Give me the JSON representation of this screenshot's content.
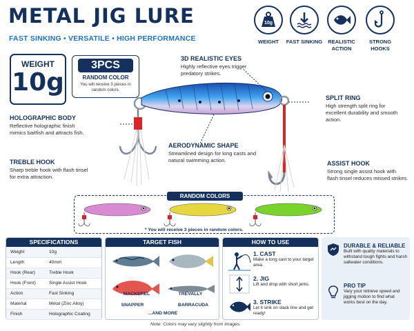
{
  "header": {
    "title": "METAL JIG LURE",
    "subtitle": "FAST SINKING • VERSATILE • HIGH PERFORMANCE"
  },
  "features": [
    {
      "label": "WEIGHT",
      "icon": "weight-icon",
      "icon_text": "10g"
    },
    {
      "label": "FAST SINKING",
      "icon": "sinking-arrow-icon"
    },
    {
      "label": "REALISTIC ACTION",
      "icon": "fish-icon"
    },
    {
      "label": "STRONG HOOKS",
      "icon": "hook-icon"
    }
  ],
  "weight_box": {
    "label": "WEIGHT",
    "value": "10g"
  },
  "pcs_box": {
    "count": "3PCS",
    "color": "RANDOM COLOR",
    "note": "You will receive 3 pieces in random colors."
  },
  "callouts": {
    "eyes": {
      "title": "3D REALISTIC EYES",
      "text": "Highly reflective eyes trigger predatory strikes."
    },
    "ring": {
      "title": "SPLIT RING",
      "text": "High strength split ring for excellent durability and smooth action."
    },
    "body": {
      "title": "HOLOGRAPHIC BODY",
      "text": "Reflective holographic finish mimics baitfish and attracts fish."
    },
    "shape": {
      "title": "AERODYNAMIC SHAPE",
      "text": "Streamlined design for long casts and natural swimming action."
    },
    "treble": {
      "title": "TREBLE HOOK",
      "text": "Sharp treble hook with flash tinsel for extra attraction."
    },
    "assist": {
      "title": "ASSIST HOOK",
      "text": "Strong single assist hook with flash tinsel reduces missed strikes."
    }
  },
  "random_colors": {
    "label": "RANDOM COLORS",
    "note": "* You will receive 3 pieces in random colors."
  },
  "specifications": {
    "title": "SPECIFICATIONS",
    "rows": [
      [
        "Weight",
        "10g"
      ],
      [
        "Length",
        "40mm"
      ],
      [
        "Hook (Rear)",
        "Treble Hook"
      ],
      [
        "Hook (Front)",
        "Single Assist Hook"
      ],
      [
        "Action",
        "Fast Sinking"
      ],
      [
        "Material",
        "Metal (Zinc Alloy)"
      ],
      [
        "Finish",
        "Holographic Coating"
      ]
    ]
  },
  "target_fish": {
    "title": "TARGET FISH",
    "fish": [
      "MACKEREL",
      "TREVALLY",
      "SNAPPER",
      "BARRACUDA"
    ],
    "more": "...AND MORE"
  },
  "how_to_use": {
    "title": "HOW TO USE",
    "steps": [
      {
        "n": "1. CAST",
        "t": "Make a long cast to your target area."
      },
      {
        "n": "2. JIG",
        "t": "Lift and drop with short jerks."
      },
      {
        "n": "3. STRIKE",
        "t": "Let it sink on slack line and get ready!"
      }
    ]
  },
  "durable": {
    "title": "DURABLE & RELIABLE",
    "text": "Built with quality materials to withstand tough fights and harsh saltwater conditions."
  },
  "pro_tip": {
    "title": "PRO TIP",
    "text": "Vary your retrieve speed and jigging motion to find what works best on the day."
  },
  "footer_note": "Note: Colors may vary slightly from images.",
  "colors": {
    "navy": "#14305c",
    "accent_blue": "#1d73c2",
    "lure_blue": "#2f8fe0",
    "pink": "#d88ad2",
    "yellow": "#e6d640",
    "green": "#7ad32a"
  }
}
